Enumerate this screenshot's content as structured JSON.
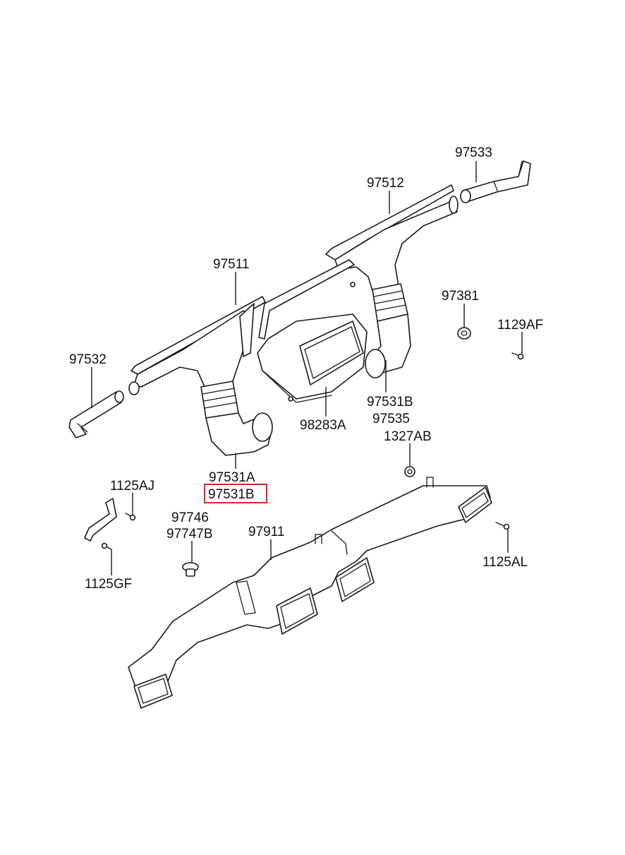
{
  "labels": {
    "l97533": "97533",
    "l97512": "97512",
    "l97511": "97511",
    "l97381": "97381",
    "l1129AF": "1129AF",
    "l97532": "97532",
    "l97531B_right": "97531B",
    "l97535": "97535",
    "l98283A": "98283A",
    "l1327AB": "1327AB",
    "l97531A": "97531A",
    "l97531B_highlight": "97531B",
    "l1125AJ": "1125AJ",
    "l97746": "97746",
    "l97747B": "97747B",
    "l97911": "97911",
    "l1125AL": "1125AL",
    "l1125GF": "1125GF"
  },
  "highlight_color": "#e0262a",
  "line_color": "#1a1a1a"
}
